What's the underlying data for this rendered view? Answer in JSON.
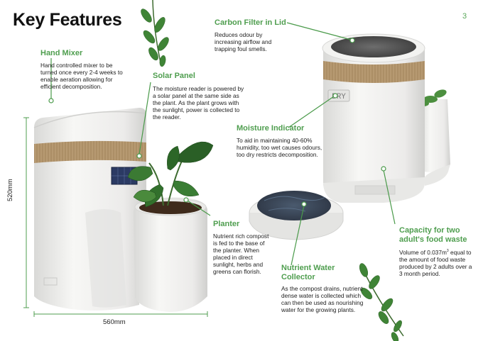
{
  "title": "Key Features",
  "page_number": "3",
  "features": {
    "hand_mixer": {
      "heading": "Hand Mixer",
      "body": "Hand controlled mixer to be turned once every 2-4 weeks to enable aeration allowing for efficient decomposition."
    },
    "solar_panel": {
      "heading": "Solar Panel",
      "body": "The moisture reader is powered by a solar panel at the same side as the plant. As the plant grows with the sunlight, power is collected to the reader."
    },
    "carbon_filter": {
      "heading": "Carbon Filter in Lid",
      "body": "Reduces odour by increasing airflow and trapping foul smells."
    },
    "moisture_indicator": {
      "heading": "Moisture Indicator",
      "body": "To aid in maintaining 40-60% humidity, too wet causes odours, too dry restricts decomposition.",
      "display_text": "DRY"
    },
    "planter": {
      "heading": "Planter",
      "body": "Nutrient rich compost is fed to the base of the planter. When placed in direct sunlight, herbs and greens can florish."
    },
    "nutrient_water": {
      "heading": "Nutrient Water Collector",
      "body": "As the compost drains, nutrient dense water is collected which can then be used as nourishing water for the growing plants."
    },
    "capacity": {
      "heading": "Capacity for two adult's food waste",
      "body_prefix": "Volume of 0.037m",
      "body_sup": "3",
      "body_suffix": " equal to the amount of food waste produced by 2 adults over a 3 month period."
    }
  },
  "dimensions": {
    "height": "520mm",
    "width": "560mm"
  },
  "colors": {
    "accent_green": "#4f9e4f",
    "leader_green": "#4a9a4a",
    "product_white": "#f0f0ee",
    "cork_band": "#b89a72"
  }
}
